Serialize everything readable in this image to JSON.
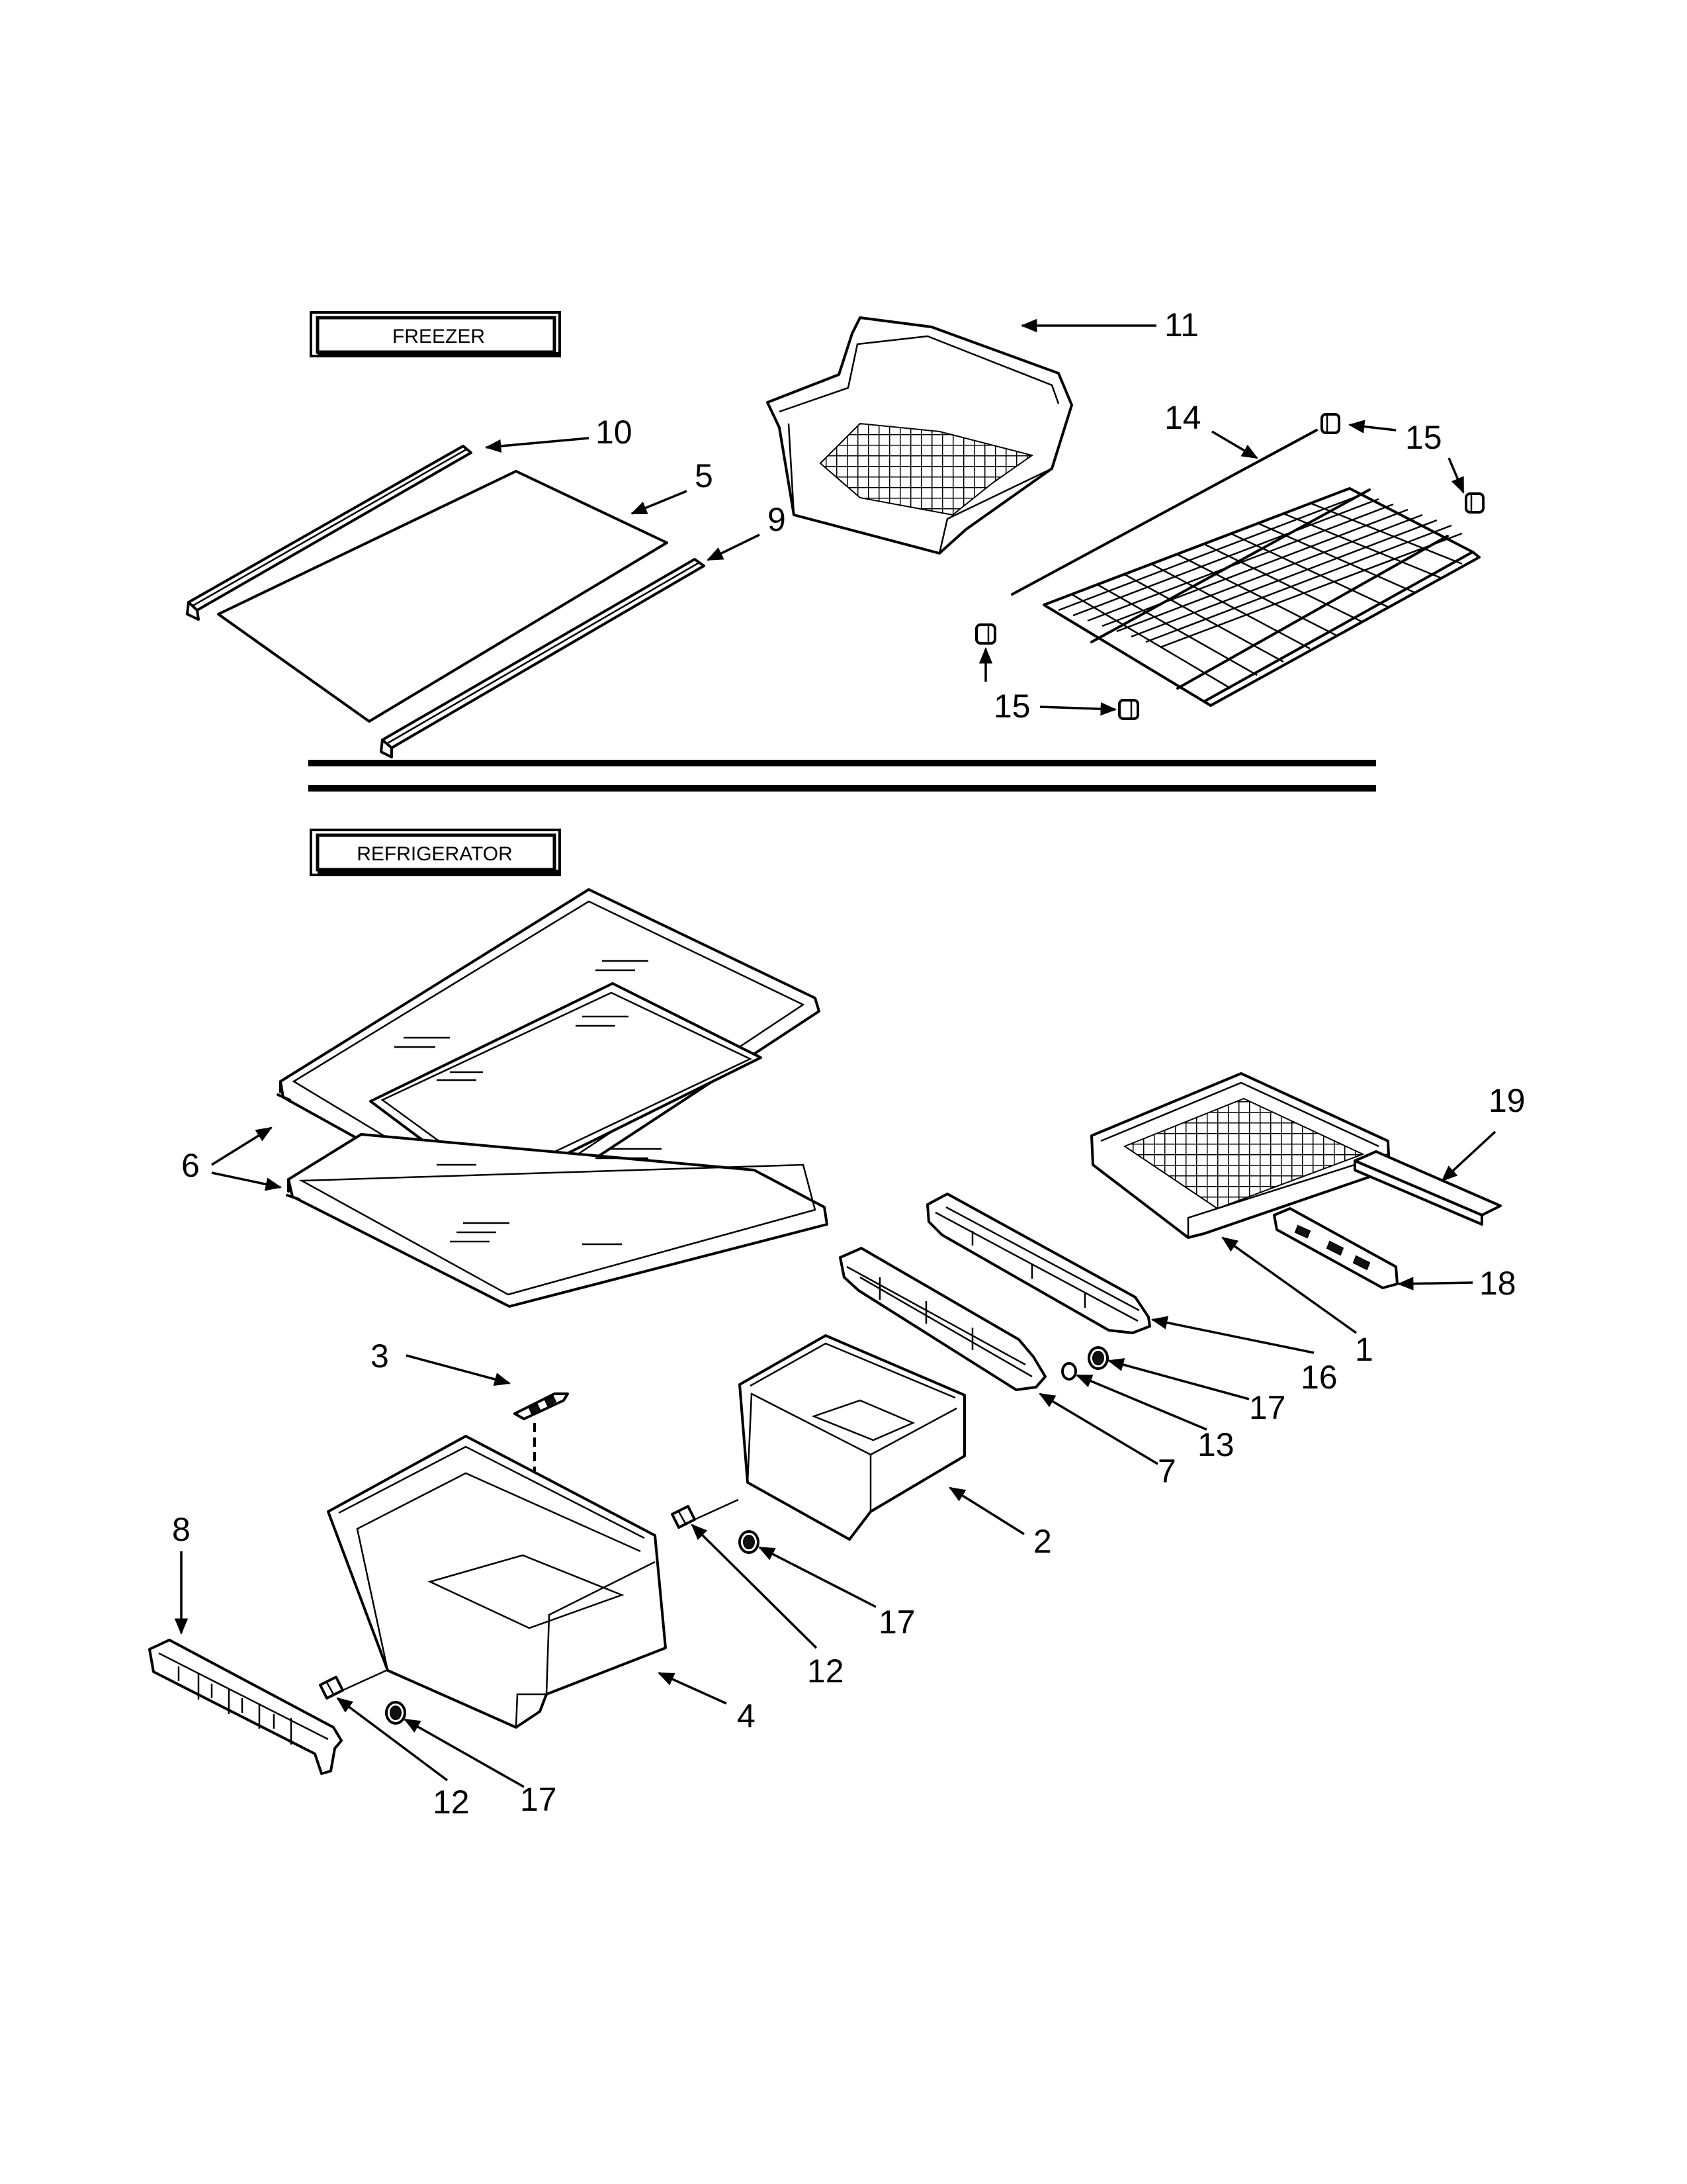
{
  "sections": {
    "freezer": "FREEZER",
    "refrigerator": "REFRIGERATOR"
  },
  "callouts": {
    "c1": "1",
    "c2": "2",
    "c3": "3",
    "c4": "4",
    "c5": "5",
    "c6": "6",
    "c7": "7",
    "c8": "8",
    "c9": "9",
    "c10": "10",
    "c11": "11",
    "c12a": "12",
    "c12b": "12",
    "c13": "13",
    "c14": "14",
    "c15a": "15",
    "c15b": "15",
    "c16": "16",
    "c17a": "17",
    "c17b": "17",
    "c17c": "17",
    "c18": "18",
    "c19": "19"
  }
}
